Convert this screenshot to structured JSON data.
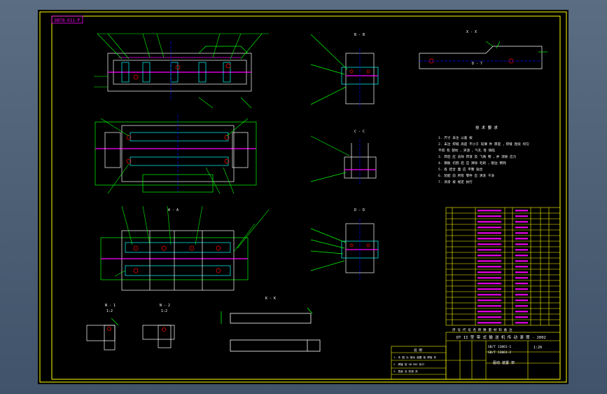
{
  "drawing": {
    "stamp_label": "DBT8-011-P",
    "views": {
      "b_b": "B - B",
      "c_c": "C - C",
      "d_d": "D - D",
      "a_a": "A - A",
      "k_k": "K - K",
      "x_x": "X - X",
      "n1": "N - 1",
      "n2": "N - 2",
      "ratio": "1:2",
      "flat_label": "D - 7"
    },
    "notes": {
      "title": "技 术 要 求",
      "lines": [
        "1. 尺寸 未注 公差 按",
        "2. 未注 焊缝 高度 不小于 较薄 件 厚度 ，焊缝 连续 均匀",
        "   不得 有 裂纹 、夹渣 、气孔 等 缺陷",
        "3. 焊后 应 去除 焊渣 及 飞溅 物 ，并 消除 应力",
        "4. 钢板 切割 后 应 清除 毛刺 ，锐边 倒钝",
        "5. 各 结合 面 应 平整 贴合",
        "6. 装配 前 所有 零件 应 清洗 干净",
        "7. 涂漆 按 规定 执行"
      ]
    },
    "title_block": {
      "main_title": "DT II 型 带 式 输 送 机 传 动 滚 筒 - 2002",
      "std_a": "GB/T 13061-1",
      "std_b": "GB/T 13061-2",
      "scale": "1:20",
      "name": "驱动 装置 架",
      "row_header": "序 号 代 号 名 称 数 量 材 料 备 注"
    },
    "left_note": {
      "title": "说 明",
      "l1": "1. 本 图 为 驱动 装置 架 焊接 件",
      "l2": "2. 焊缝 按 GB 985 执行",
      "l3": "3. 表面 涂 防锈 漆"
    }
  }
}
